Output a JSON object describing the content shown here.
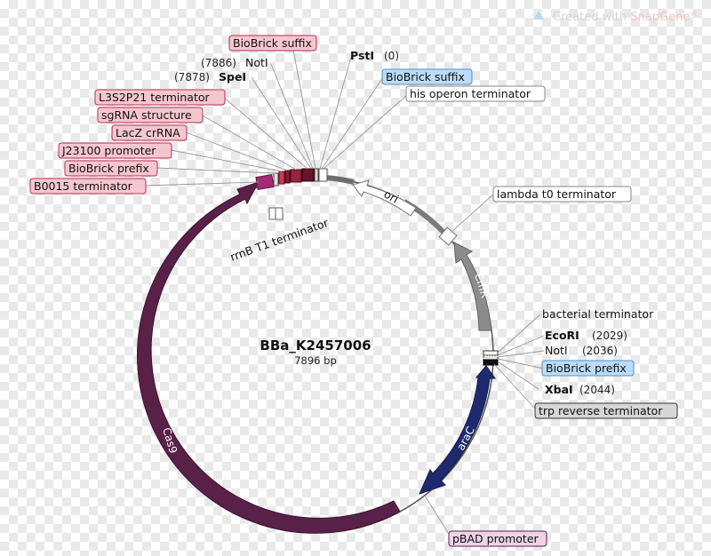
{
  "watermark": {
    "prefix": "Created with ",
    "brand": "SnapGene",
    "brand_suffix": "®"
  },
  "plasmid": {
    "name": "BBa_K2457006",
    "length_label": "7896 bp"
  },
  "colors": {
    "cas9": "#5a2148",
    "arac": "#1f2a6e",
    "cmr": "#8c8c8c",
    "ori": "#ffffff",
    "backbone": "#555555",
    "pink_box": "#f5c6cf",
    "pink_border": "#b5304f",
    "blue_box": "#bcdcf5",
    "blue_border": "#4f8fc8"
  },
  "features": {
    "cas9": "Cas9",
    "arac": "araC",
    "cmr": "CmR",
    "ori": "ori",
    "rrnb": "rrnB T1 terminator"
  },
  "sites": {
    "psti_name": "PstI",
    "psti_pos": "(0)",
    "spei_name": "SpeI",
    "spei_pos": "(7878)",
    "noti_top_name": "NotI",
    "noti_top_pos": "(7886)",
    "ecori_name": "EcoRI",
    "ecori_pos": "(2029)",
    "noti_right_name": "NotI",
    "noti_right_pos": "(2036)",
    "xbai_name": "XbaI",
    "xbai_pos": "(2044)"
  },
  "labels": {
    "biobrick_suffix_top": "BioBrick suffix",
    "biobrick_suffix_blue": "BioBrick suffix",
    "his_terminator": "his operon terminator",
    "l3s2p21": "L3S2P21 terminator",
    "sgrna": "sgRNA structure",
    "lacz": "LacZ crRNA",
    "j23100": "J23100 promoter",
    "biobrick_prefix_left": "BioBrick prefix",
    "b0015": "B0015 terminator",
    "lambda_t0": "lambda t0 terminator",
    "bacterial_terminator": "bacterial terminator",
    "biobrick_prefix_right": "BioBrick prefix",
    "trp_reverse": "trp reverse terminator",
    "pbad": "pBAD promoter"
  }
}
